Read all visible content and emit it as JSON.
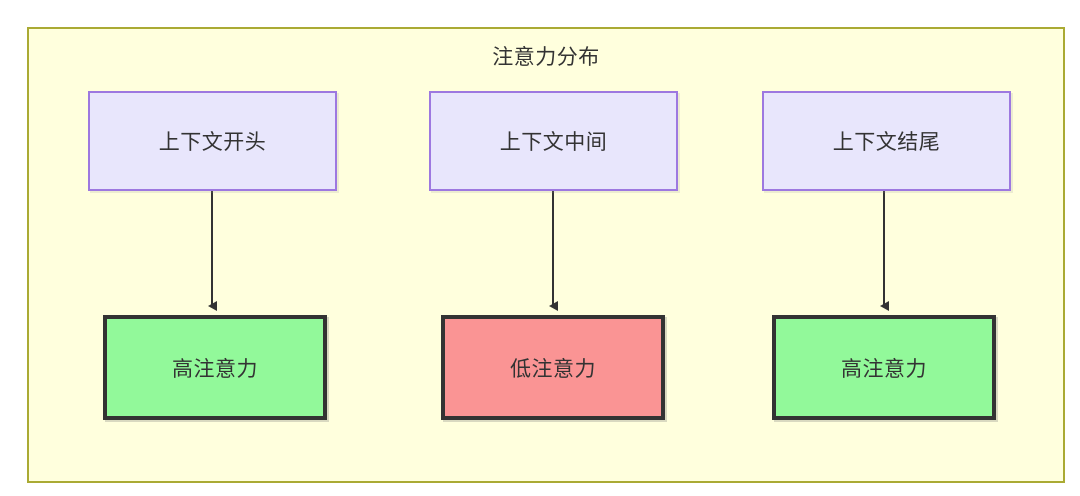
{
  "diagram": {
    "title": "注意力分布",
    "type": "flowchart",
    "background_color": "#ffffdd",
    "border_color": "#aaaa33",
    "nodes": [
      {
        "id": "ctx_start",
        "label": "上下文开头",
        "row": "top",
        "column": 1,
        "fill": "#e8e6fc",
        "stroke": "#9d78e0"
      },
      {
        "id": "ctx_mid",
        "label": "上下文中间",
        "row": "top",
        "column": 2,
        "fill": "#e8e6fc",
        "stroke": "#9d78e0"
      },
      {
        "id": "ctx_end",
        "label": "上下文结尾",
        "row": "top",
        "column": 3,
        "fill": "#e8e6fc",
        "stroke": "#9d78e0"
      },
      {
        "id": "att_high_1",
        "label": "高注意力",
        "row": "bottom",
        "column": 1,
        "fill": "#92f99a",
        "stroke": "#333333"
      },
      {
        "id": "att_low",
        "label": "低注意力",
        "row": "bottom",
        "column": 2,
        "fill": "#fa9494",
        "stroke": "#333333"
      },
      {
        "id": "att_high_2",
        "label": "高注意力",
        "row": "bottom",
        "column": 3,
        "fill": "#92f99a",
        "stroke": "#333333"
      }
    ],
    "edges": [
      {
        "from": "ctx_start",
        "to": "att_high_1",
        "label": "",
        "style": "solid-arrow"
      },
      {
        "from": "ctx_mid",
        "to": "att_low",
        "label": "",
        "style": "solid-arrow"
      },
      {
        "from": "ctx_end",
        "to": "att_high_2",
        "label": "",
        "style": "solid-arrow"
      }
    ],
    "edge_color": "#333333"
  }
}
